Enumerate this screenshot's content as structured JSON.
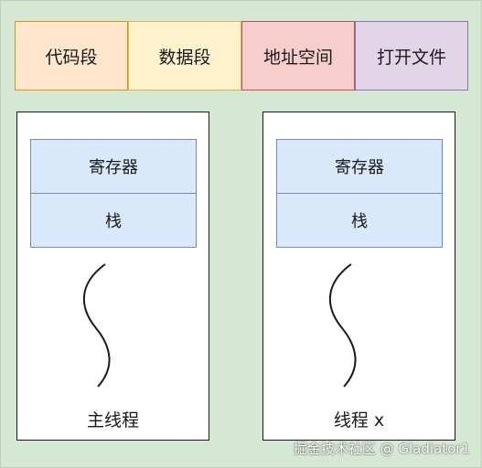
{
  "segments": [
    {
      "label": "代码段",
      "fill": "#ffe6cc",
      "stroke": "#d79b00"
    },
    {
      "label": "数据段",
      "fill": "#fff2cc",
      "stroke": "#d6b656"
    },
    {
      "label": "地址空间",
      "fill": "#f8cecc",
      "stroke": "#b85450"
    },
    {
      "label": "打开文件",
      "fill": "#e1d5e7",
      "stroke": "#9673a6"
    }
  ],
  "threads": [
    {
      "registers": "寄存器",
      "stack": "栈",
      "label": "主线程"
    },
    {
      "registers": "寄存器",
      "stack": "栈",
      "label": "线程 x"
    }
  ],
  "watermark": "掘金技术社区 @ Gladiator1",
  "colors": {
    "background": "#d5e8d4",
    "cell_fill": "#dae8fc",
    "cell_stroke": "#6c8ebf"
  }
}
